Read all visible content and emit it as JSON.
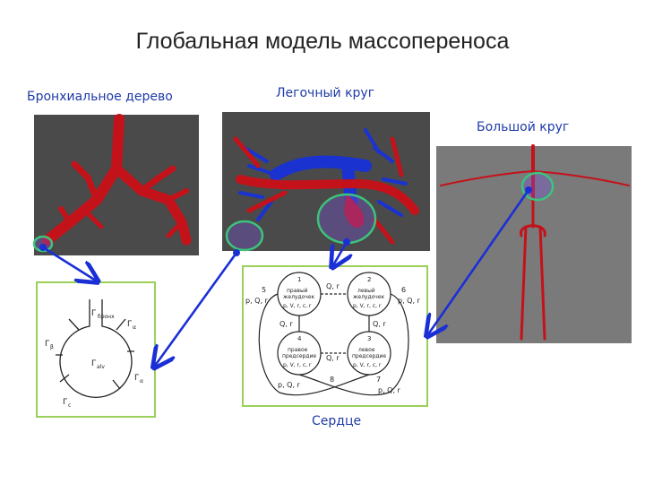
{
  "title": "Глобальная модель массопереноса",
  "captions": {
    "bronchial": "Бронхиальное дерево",
    "pulmonary": "Легочный круг",
    "systemic": "Большой круг",
    "heart": "Сердце"
  },
  "alveolus_labels": {
    "bronch": "Г",
    "bronch_sub": "бронх",
    "right_top": "Г",
    "right_top_sub": "α",
    "left": "Г",
    "left_sub": "β",
    "center": "Г",
    "center_sub": "alv",
    "right_bottom": "Г",
    "right_bottom_sub": "α",
    "left_bottom": "Г",
    "left_bottom_sub": "c"
  },
  "heart_nodes": [
    {
      "num": "1",
      "name1": "правый",
      "name2": "желудочек",
      "params": "p, V, r, c, r"
    },
    {
      "num": "2",
      "name1": "левый",
      "name2": "желудочек",
      "params": "p, V, r, c, r"
    },
    {
      "num": "4",
      "name1": "правое",
      "name2": "предсердие",
      "params": "p, V, r, c, r"
    },
    {
      "num": "3",
      "name1": "левое",
      "name2": "предсердие",
      "params": "p, V, r, c, r"
    }
  ],
  "heart_labels": {
    "l5": "5",
    "l6": "6",
    "l7": "7",
    "l8": "8",
    "flow_left": "p, Q, r",
    "flow_right": "p, Q, r",
    "q_top": "Q, r",
    "q_mid": "Q, r",
    "q_left": "Q, r",
    "q_right": "Q, r",
    "bottom_left": "p, Q, r",
    "bottom_right": "p, Q, r"
  },
  "colors": {
    "arrow": "#1a2fd6",
    "highlight": "#3cc47a",
    "frame": "#9ad05a",
    "artery": "#c4121a",
    "vein": "#1a33d0",
    "panel": "#4a4a4a",
    "caption": "#1f3aa8"
  }
}
